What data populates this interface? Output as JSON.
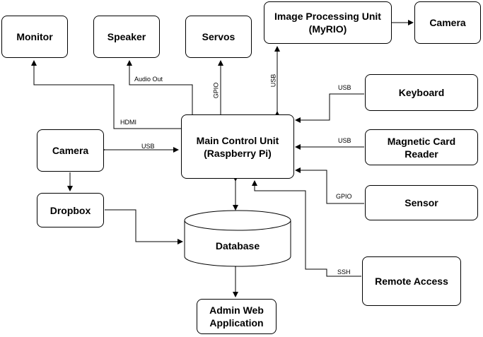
{
  "nodes": {
    "monitor": "Monitor",
    "speaker": "Speaker",
    "servos": "Servos",
    "image_unit": "Image Processing Unit\n(MyRIO)",
    "camera_top": "Camera",
    "keyboard": "Keyboard",
    "main_unit": "Main Control Unit\n(Raspberry Pi)",
    "camera_left": "Camera",
    "magnetic_reader": "Magnetic Card\nReader",
    "dropbox": "Dropbox",
    "sensor": "Sensor",
    "database": "Database",
    "remote_access": "Remote Access",
    "admin_web": "Admin Web\nApplication"
  },
  "edge_labels": {
    "audio_out": "Audio Out",
    "hdmi": "HDMI",
    "gpio_servos": "GPIO",
    "usb_image": "USB",
    "usb_keyboard": "USB",
    "usb_camera": "USB",
    "usb_magnetic": "USB",
    "gpio_sensor": "GPIO",
    "ssh": "SSH"
  },
  "colors": {
    "stroke": "#000000",
    "fill": "#ffffff"
  }
}
